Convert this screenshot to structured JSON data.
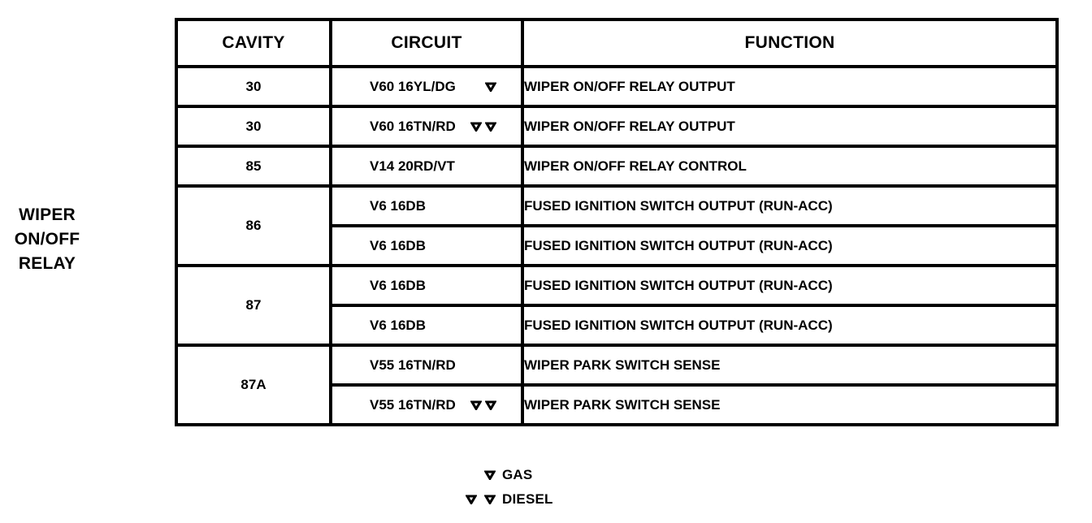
{
  "side_label": "WIPER\nON/OFF\nRELAY",
  "table": {
    "headers": [
      "CAVITY",
      "CIRCUIT",
      "FUNCTION"
    ],
    "rows": [
      {
        "cavity": "30",
        "circuit": "V60 16YL/DG",
        "markers": 1,
        "function": "WIPER ON/OFF RELAY OUTPUT"
      },
      {
        "cavity": "30",
        "circuit": "V60 16TN/RD",
        "markers": 2,
        "function": "WIPER ON/OFF RELAY OUTPUT"
      },
      {
        "cavity": "85",
        "circuit": "V14 20RD/VT",
        "markers": 0,
        "function": "WIPER ON/OFF RELAY CONTROL"
      },
      {
        "cavity": "86",
        "circuit": "V6 16DB",
        "markers": 0,
        "function": "FUSED IGNITION SWITCH OUTPUT (RUN-ACC)"
      },
      {
        "circuit": "V6 16DB",
        "markers": 0,
        "function": "FUSED IGNITION SWITCH OUTPUT (RUN-ACC)"
      },
      {
        "cavity": "87",
        "circuit": "V6 16DB",
        "markers": 0,
        "function": "FUSED IGNITION SWITCH OUTPUT (RUN-ACC)"
      },
      {
        "circuit": "V6 16DB",
        "markers": 0,
        "function": "FUSED IGNITION SWITCH OUTPUT (RUN-ACC)"
      },
      {
        "cavity": "87A",
        "circuit": "V55 16TN/RD",
        "markers": 0,
        "function": "WIPER PARK SWITCH SENSE"
      },
      {
        "circuit": "V55 16TN/RD",
        "markers": 2,
        "function": "WIPER PARK SWITCH SENSE"
      }
    ]
  },
  "legend": [
    {
      "markers": 1,
      "label": "GAS"
    },
    {
      "markers": 2,
      "label": "DIESEL"
    }
  ],
  "colors": {
    "ink": "#000000",
    "background": "#ffffff"
  }
}
